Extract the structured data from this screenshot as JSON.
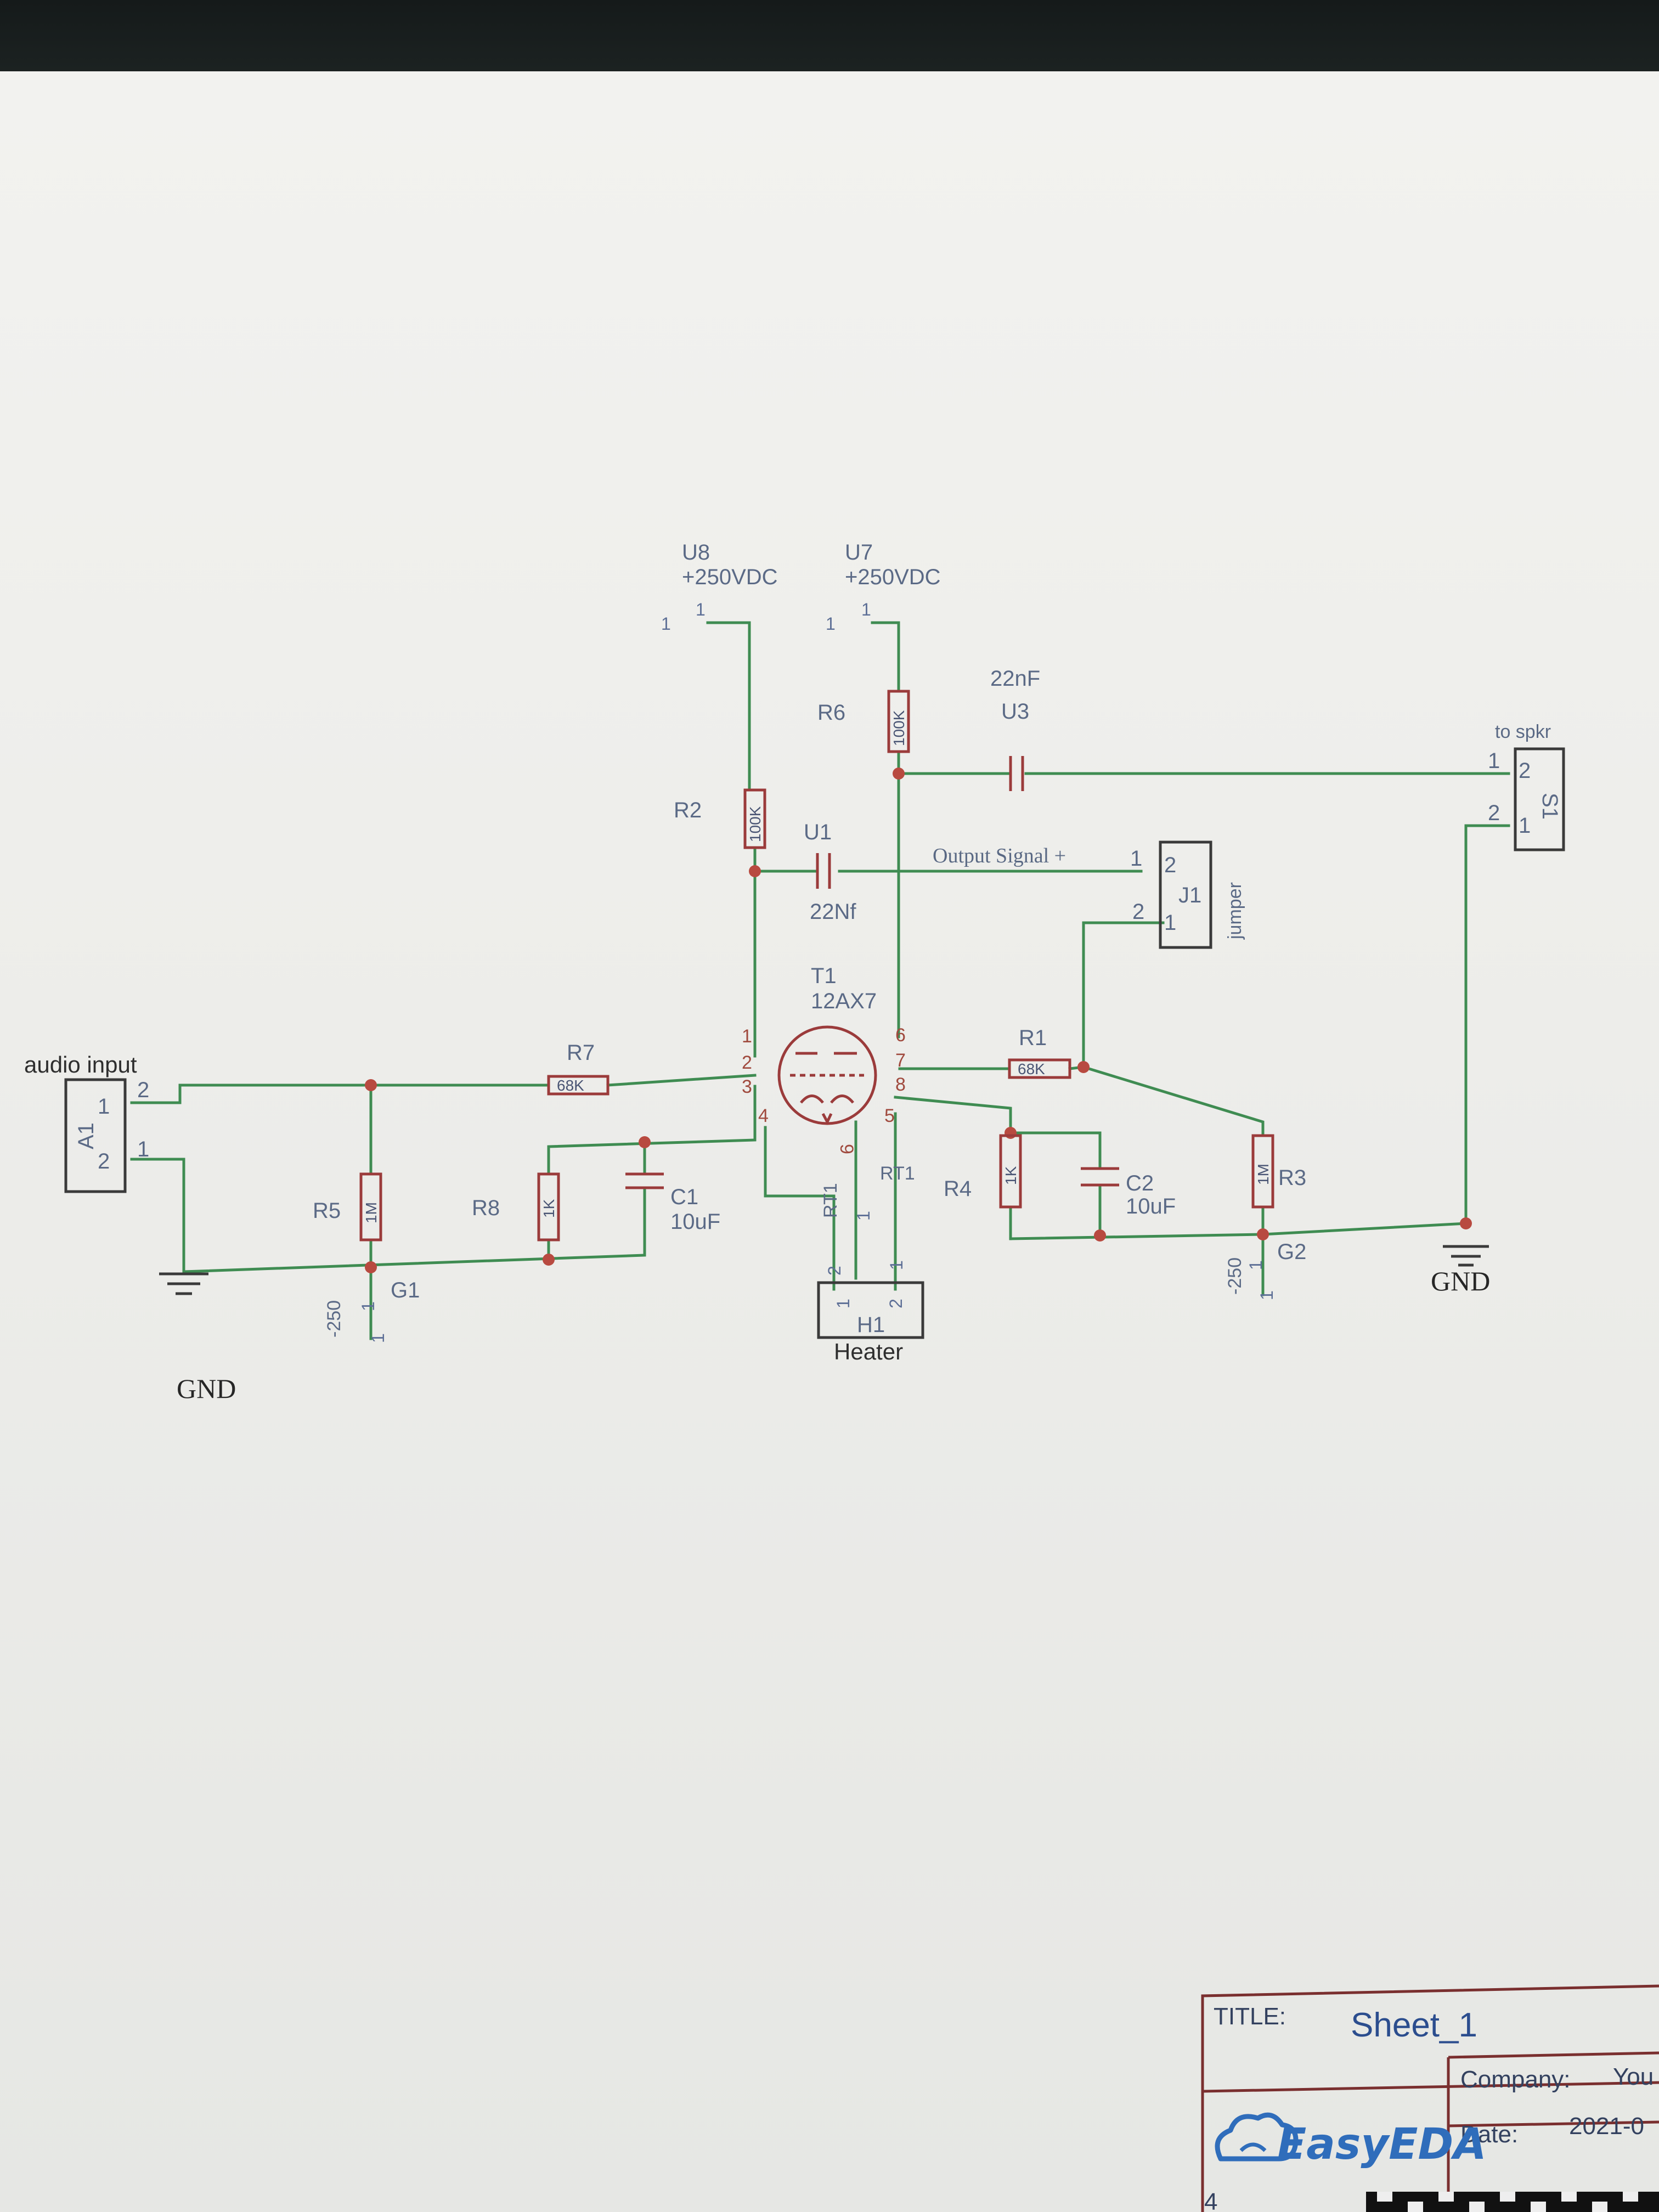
{
  "sheet": {
    "title_label": "TITLE:",
    "title": "Sheet_1",
    "company_label": "Company:",
    "company": "You",
    "date_label": "Date:",
    "date": "2021-0",
    "logo": "EasyEDA",
    "corner_mark": "4"
  },
  "supplies": {
    "u8_ref": "U8",
    "u8_value": "+250VDC",
    "u7_ref": "U7",
    "u7_value": "+250VDC",
    "pin": "1"
  },
  "resistors": {
    "r1": {
      "ref": "R1",
      "value": "68K"
    },
    "r2": {
      "ref": "R2",
      "value": "100K"
    },
    "r3": {
      "ref": "R3",
      "value": "1M"
    },
    "r4": {
      "ref": "R4",
      "value": "1K"
    },
    "r5": {
      "ref": "R5",
      "value": "1M"
    },
    "r6": {
      "ref": "R6",
      "value": "100K"
    },
    "r7": {
      "ref": "R7",
      "value": "68K"
    },
    "r8": {
      "ref": "R8",
      "value": "1K"
    }
  },
  "capacitors": {
    "u1": {
      "ref": "U1",
      "value": "22Nf"
    },
    "u3": {
      "ref": "U3",
      "value": "22nF"
    },
    "c1": {
      "ref": "C1",
      "value": "10uF"
    },
    "c2": {
      "ref": "C2",
      "value": "10uF"
    }
  },
  "tube": {
    "ref": "T1",
    "value": "12AX7",
    "pins": [
      "1",
      "2",
      "3",
      "4",
      "5",
      "6",
      "7",
      "8",
      "9"
    ]
  },
  "connectors": {
    "audio_input": {
      "label": "audio input",
      "ref": "A1",
      "pin1": "1",
      "pin2": "2"
    },
    "jumper": {
      "label": "jumper",
      "ref": "J1",
      "pin1": "1",
      "pin2": "2"
    },
    "speaker": {
      "label": "to spkr",
      "ref": "S1",
      "pin1": "1",
      "pin2": "2"
    },
    "heater": {
      "label": "Heater",
      "ref": "H1",
      "pin1": "1",
      "pin2": "2"
    }
  },
  "heater_taps": {
    "rt1": "RT1",
    "pin1": "1",
    "pin2": "2",
    "pin9": "9"
  },
  "grid_supplies": {
    "g1": {
      "ref": "G1",
      "value": "-250",
      "pin": "1"
    },
    "g2": {
      "ref": "G2",
      "value": "-250",
      "pin": "1"
    }
  },
  "net_labels": {
    "output_signal": "Output Signal +",
    "gnd_left": "GND",
    "gnd_right": "GND"
  }
}
